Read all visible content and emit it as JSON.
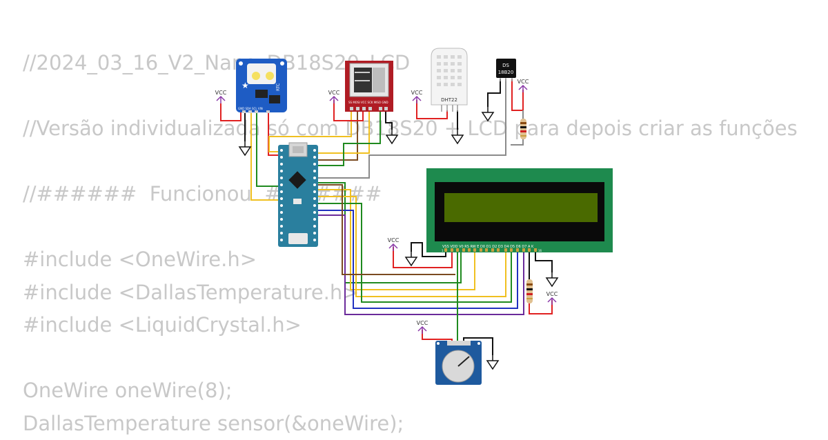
{
  "code_lines": [
    "//2024_03_16_V2_Nano_DB18S20_LCD",
    "",
    "//Versão individualizada só com DB18S20 + LCD para depois criar as funções",
    "",
    "//######  Funcionou  #######",
    "",
    "#include <OneWire.h>",
    "#include <DallasTemperature.h>",
    "#include <LiquidCrystal.h>",
    "",
    "OneWire oneWire(8);",
    "DallasTemperature sensor(&oneWire);"
  ],
  "labels": {
    "vcc": "VCC",
    "dht22": "DHT22",
    "ds18b20_line1": "DS",
    "ds18b20_line2": "18B20",
    "rtc_label": "RTC",
    "rtc_pins": "GND  SDA  SCL  VIN",
    "sd_pins": "SS  MOSI  VCC  SCK  MISO  GND",
    "lcd_pin_labels": "VSS VDD V0 RS RW E D0 D1 D2 D3 D4 D5 D6 D7 A K",
    "lcd_pin_first": "1",
    "lcd_pin_last": "16"
  },
  "colors": {
    "code_text": "#c8c8c8",
    "wire_red": "#e02020",
    "wire_black": "#111111",
    "wire_yellow": "#f0c020",
    "wire_green": "#1f8a1f",
    "wire_blue": "#2030c0",
    "wire_purple": "#6a2a9a",
    "wire_brown": "#7a4a20",
    "wire_gray": "#8a8a8a",
    "vcc_purple": "#8a3aa8",
    "nano_board": "#2a7f9e",
    "lcd_board": "#1e8a4e",
    "lcd_screen": "#4a6a00",
    "sd_board": "#b01c24",
    "rtc_board": "#1e5cc4",
    "pot_board": "#1e5a9e"
  }
}
